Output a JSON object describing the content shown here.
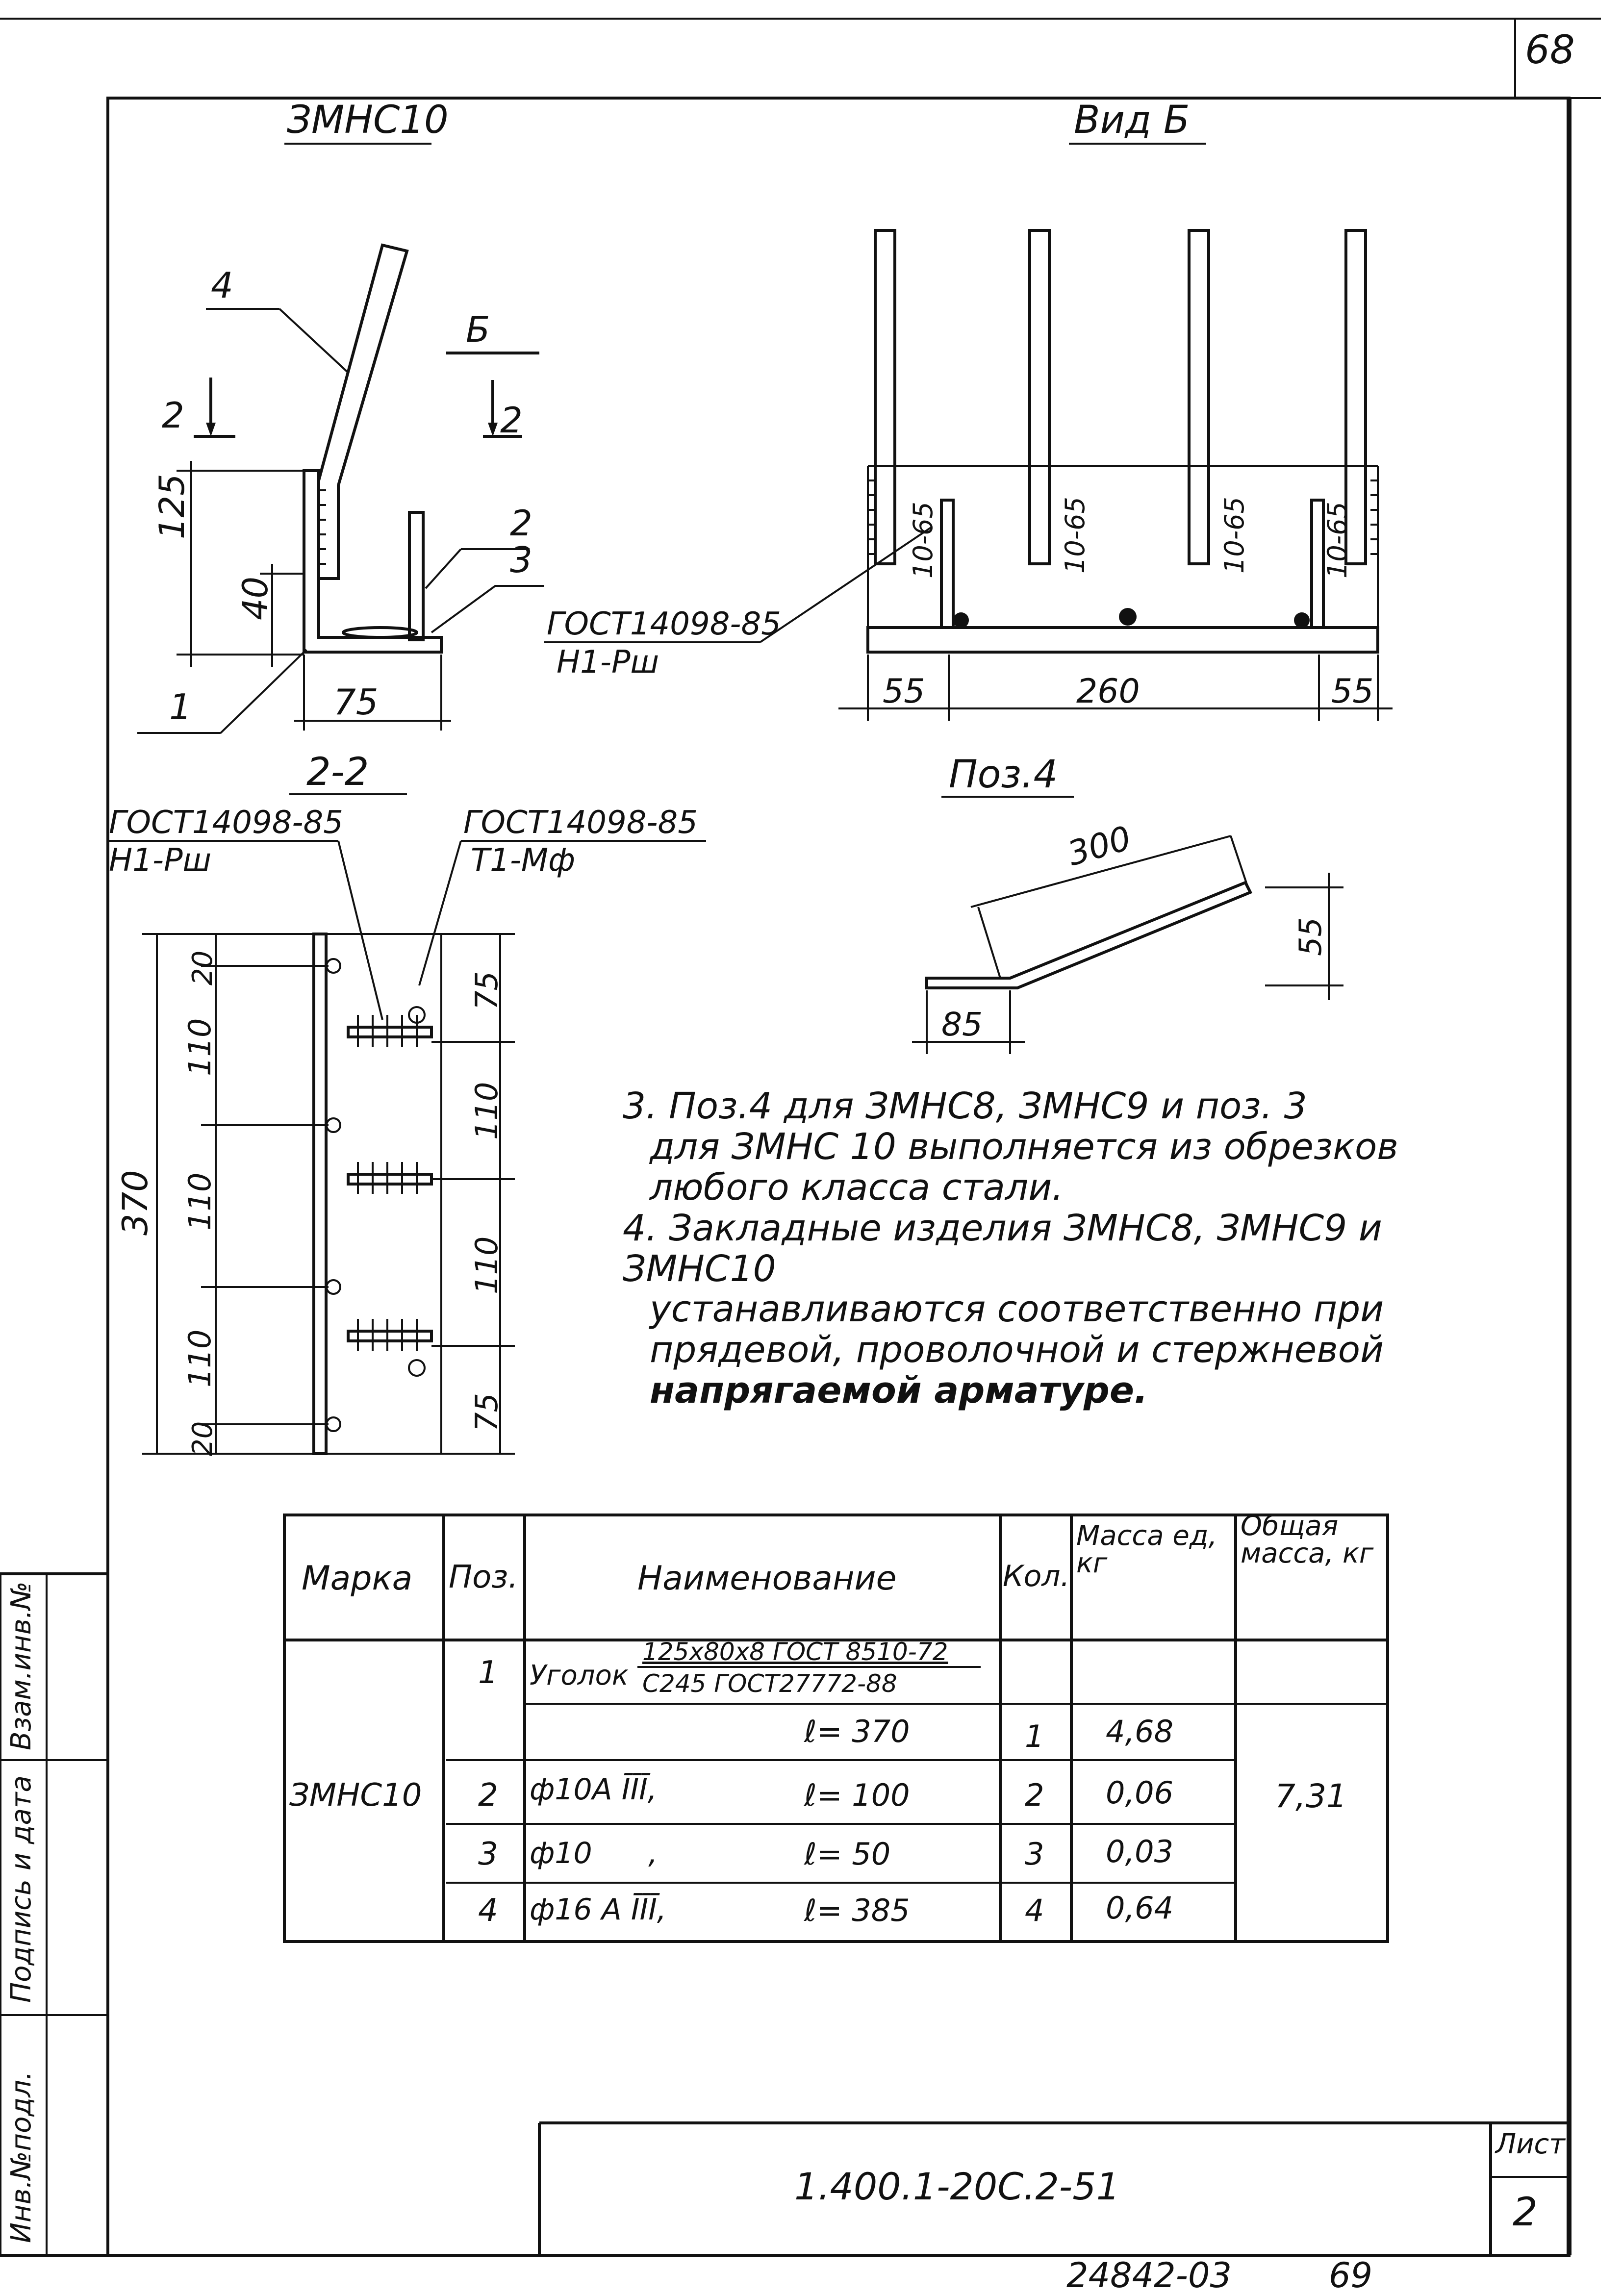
{
  "sheet": {
    "page_number": "68",
    "bottom_number": "24842-03",
    "bottom_page": "69",
    "document_code": "1.400.1-20С.2-51",
    "sheet_label": "Лист",
    "sheet_number": "2"
  },
  "side_stamp": {
    "inv": "Инв.№подл.",
    "sign_date": "Подпись и дата",
    "replace": "Взам.инв.№"
  },
  "views": {
    "main_title": "ЗМНС10",
    "view_b_title": "Вид Б",
    "section_title": "2-2",
    "pos4_title": "Поз.4"
  },
  "labels": {
    "callout_1": "1",
    "callout_2": "2",
    "callout_3": "3",
    "callout_4": "4",
    "section_mark_b": "Б",
    "section_mark_2a": "2",
    "section_mark_2b": "2",
    "gost_weld_1_line1": "ГОСТ14098-85",
    "gost_weld_1_line2": "Н1-Рш",
    "gost_weld_2_line1": "ГОСТ14098-85",
    "gost_weld_2_line2": "Н1-Рш",
    "gost_weld_3_line1": "ГОСТ14098-85",
    "gost_weld_3_line2": "Т1-Мф"
  },
  "dimensions": {
    "main_125": "125",
    "main_40": "40",
    "main_75": "75",
    "view_55_left": "55",
    "view_260": "260",
    "view_55_right": "55",
    "view_rod_1": "10-65",
    "view_rod_2": "10-65",
    "view_rod_3": "10-65",
    "view_rod_4": "10-65",
    "sec_370": "370",
    "sec_20_top": "20",
    "sec_110_a": "110",
    "sec_110_b": "110",
    "sec_110_c": "110",
    "sec_20_bottom": "20",
    "sec_75_top": "75",
    "sec_110_r1": "110",
    "sec_110_r2": "110",
    "sec_75_bottom": "75",
    "pos4_300": "300",
    "pos4_55": "55",
    "pos4_85": "85"
  },
  "notes": [
    "3. Поз.4 для ЗМНС8, ЗМНС9 и поз. 3",
    "для ЗМНС 10 выполняется из обрезков",
    "любого класса стали.",
    "4. Закладные изделия ЗМНС8, ЗМНС9 и ЗМНС10",
    "устанавливаются соответственно при",
    "прядевой, проволочной и стержневой",
    "напрягаемой арматуре."
  ],
  "table": {
    "headers": {
      "mark": "Марка",
      "pos": "Поз.",
      "name": "Наименование",
      "qty": "Кол.",
      "unit_mass": "Масса ед, кг",
      "total_mass": "Общая масса, кг"
    },
    "mark": "ЗМНС10",
    "total_mass": "7,31",
    "rows": [
      {
        "pos": "1",
        "name": "Уголок",
        "spec_1": "125х80х8 ГОСТ 8510-72",
        "spec_2": "С245 ГОСТ27772-88",
        "length": "",
        "qty": "",
        "mass": ""
      },
      {
        "pos": "",
        "name": "",
        "spec_1": "",
        "spec_2": "",
        "length": "ℓ= 370",
        "qty": "1",
        "mass": "4,68"
      },
      {
        "pos": "2",
        "name": "ф10А ĪĪĪ,",
        "spec_1": "",
        "spec_2": "",
        "length": "ℓ= 100",
        "qty": "2",
        "mass": "0,06"
      },
      {
        "pos": "3",
        "name": "ф10      ,",
        "spec_1": "",
        "spec_2": "",
        "length": "ℓ= 50",
        "qty": "3",
        "mass": "0,03"
      },
      {
        "pos": "4",
        "name": "ф16 А ĪĪĪ,",
        "spec_1": "",
        "spec_2": "",
        "length": "ℓ= 385",
        "qty": "4",
        "mass": "0,64"
      }
    ]
  }
}
